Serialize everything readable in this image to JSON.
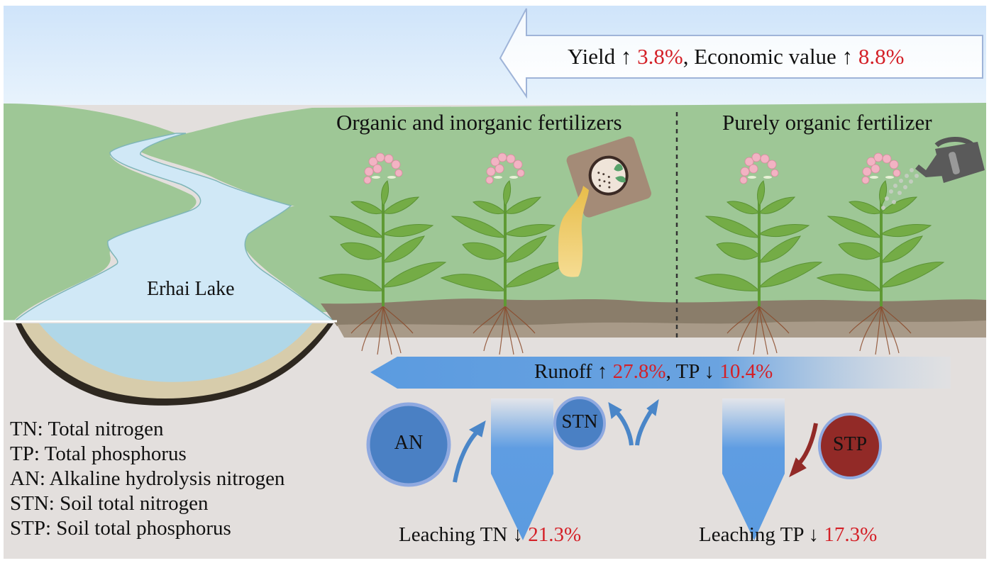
{
  "top_arrow": {
    "yield_label": "Yield",
    "yield_dir": "↑",
    "yield_value": "3.8%",
    "sep": ",",
    "econ_label": "Economic value",
    "econ_dir": "↑",
    "econ_value": "8.8%"
  },
  "lake": {
    "label": "Erhai Lake"
  },
  "sections": {
    "left_title": "Organic and inorganic fertilizers",
    "right_title": "Purely organic fertilizer"
  },
  "runoff": {
    "label": "Runoff",
    "runoff_dir": "↑",
    "runoff_value": "27.8%",
    "sep": ",",
    "tp_label": "TP",
    "tp_dir": "↓",
    "tp_value": "10.4%"
  },
  "nutrients": {
    "an": "AN",
    "stn": "STN",
    "stp": "STP"
  },
  "leaching": {
    "tn_label": "Leaching TN",
    "tn_dir": "↓",
    "tn_value": "21.3%",
    "tp_label": "Leaching TP",
    "tp_dir": "↓",
    "tp_value": "17.3%"
  },
  "legend": [
    "TN: Total nitrogen",
    "TP: Total phosphorus",
    "AN: Alkaline hydrolysis nitrogen",
    "STN: Soil total nitrogen",
    "STP: Soil total phosphorus"
  ],
  "colors": {
    "highlight": "#d42027",
    "flow_blue": "#5b9be0",
    "nitrogen_circle": "#4a80c4",
    "phosphorus_circle": "#922a27",
    "grass": "#9ec796",
    "sky": "#d3e7fa",
    "soil_dark": "#8a7d6a",
    "soil_light": "#a89a88",
    "subsoil": "#e3dfdd"
  }
}
